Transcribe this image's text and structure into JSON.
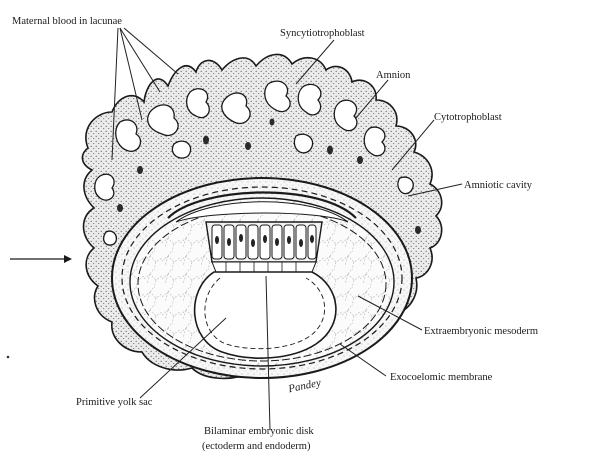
{
  "labels": {
    "maternal_blood": "Maternal blood in lacunae",
    "syncytiotrophoblast": "Syncytiotrophoblast",
    "amnion": "Amnion",
    "cytotrophoblast": "Cytotrophoblast",
    "amniotic_cavity": "Amniotic cavity",
    "extraembryonic_mesoderm": "Extraembryonic mesoderm",
    "exocoelomic_membrane": "Exocoelomic membrane",
    "primitive_yolk_sac": "Primitive yolk sac",
    "bilaminar_disk_line1": "Bilaminar embryonic disk",
    "bilaminar_disk_line2": "(ectoderm and endoderm)"
  },
  "signature": "Pandey",
  "colors": {
    "ink": "#1a1a1a",
    "stipple_bg": "#e9e9e9",
    "lacuna": "#ffffff"
  }
}
